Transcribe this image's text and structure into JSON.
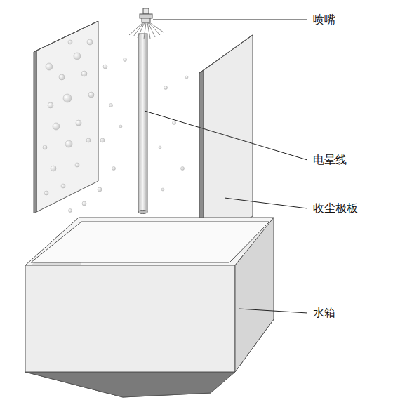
{
  "diagram": {
    "labels": [
      "喷嘴",
      "电晕线",
      "收尘极板",
      "水箱"
    ]
  }
}
